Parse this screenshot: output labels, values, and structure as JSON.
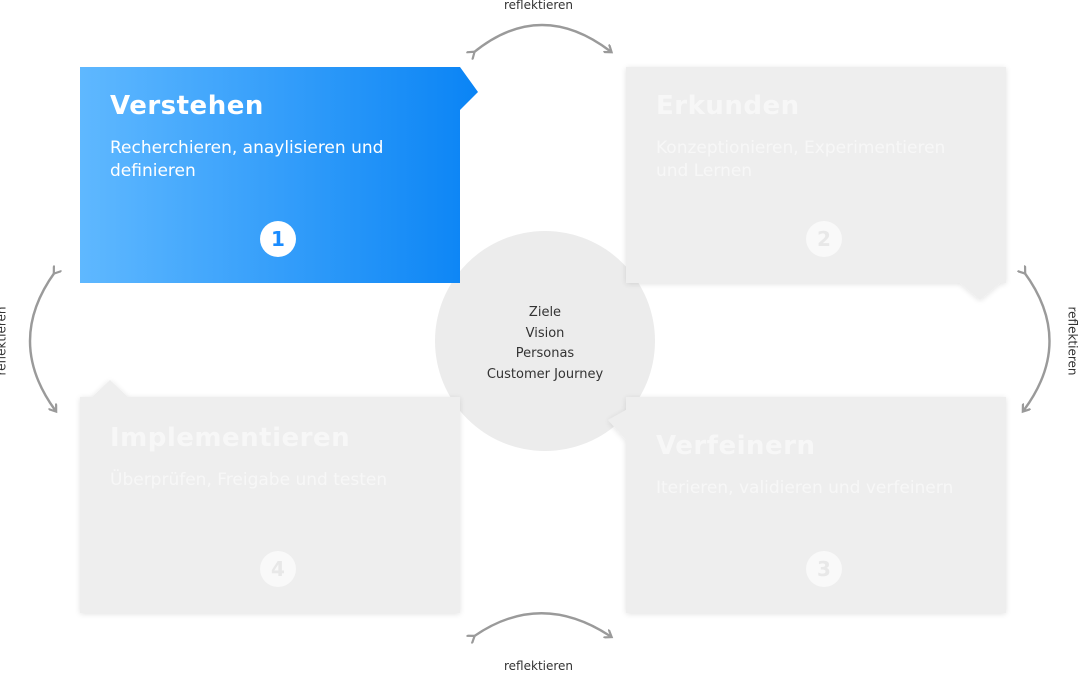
{
  "phases": [
    {
      "number": "1",
      "title": "Verstehen",
      "description": "Recherchieren, anaylisieren und definieren",
      "state": "active"
    },
    {
      "number": "2",
      "title": "Erkunden",
      "description": "Konzeptionieren, Experimentieren und Lernen",
      "state": "inactive"
    },
    {
      "number": "3",
      "title": "Verfeinern",
      "description": "Iterieren, validieren und verfeinern",
      "state": "inactive"
    },
    {
      "number": "4",
      "title": "Implementieren",
      "description": "Überprüfen, Freigabe und testen",
      "state": "inactive"
    }
  ],
  "center": {
    "items": [
      "Ziele",
      "Vision",
      "Personas",
      "Customer Journey"
    ]
  },
  "reflect_labels": {
    "top": "reflektieren",
    "bottom": "reflektieren",
    "left": "reflektieren",
    "right": "reflektieren"
  },
  "colors": {
    "active_gradient_start": "#5fb8ff",
    "active_gradient_end": "#0a84f5",
    "inactive_card": "#eeeeee",
    "center_circle": "#ececec",
    "arrow": "#9a9a9a"
  }
}
